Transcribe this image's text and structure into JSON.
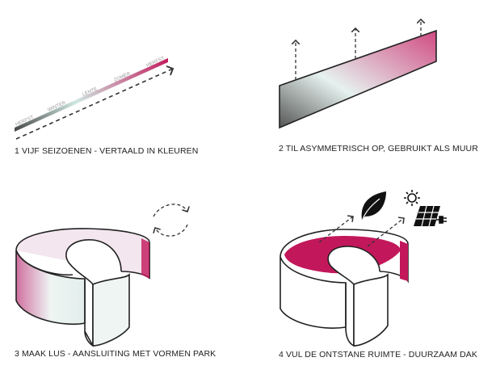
{
  "steps": [
    {
      "caption": "1 VIJF SEIZOENEN - VERTAALD IN KLEUREN"
    },
    {
      "caption": "2 TIL ASYMMETRISCH OP, GEBRUIKT ALS MUUR"
    },
    {
      "caption": "3 MAAK LUS - AANSLUITING MET VORMEN PARK"
    },
    {
      "caption": "4 VUL DE ONTSTANE RUIMTE - DUURZAAM DAK"
    }
  ],
  "seasons": [
    "HERFST",
    "WINTER",
    "LENTE",
    "ZOMER",
    "HERFST"
  ],
  "colors": {
    "dark": "#333333",
    "mint": "#cfe8e2",
    "magenta": "#c2185b",
    "fill": "#c2185b"
  }
}
